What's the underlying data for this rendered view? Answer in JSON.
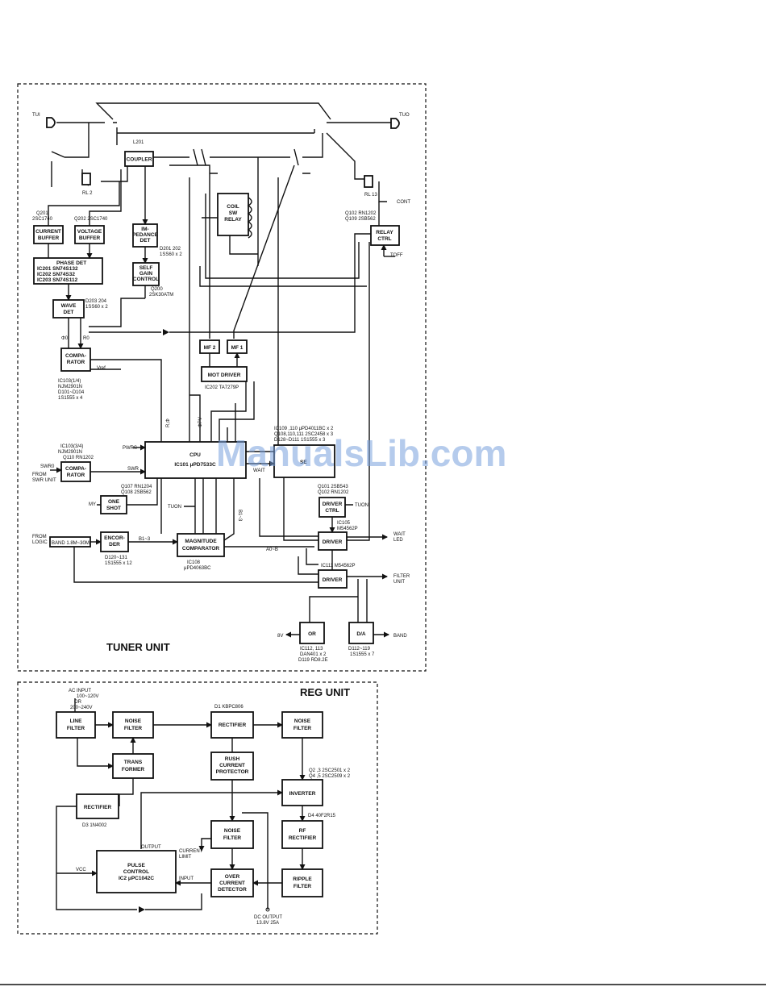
{
  "watermark": "ManualsLib.com",
  "tuner": {
    "unit_label": "TUNER UNIT",
    "connectors": {
      "tui": "TUI",
      "tuo": "TUO"
    },
    "blocks": {
      "coupler": "COUPLER",
      "current_buffer": [
        "CURRENT",
        "BUFFER"
      ],
      "voltage_buffer": [
        "VOLTAGE",
        "BUFFER"
      ],
      "impedance_det": [
        "IM-",
        "PEDANCE",
        "DET"
      ],
      "self_gain": [
        "SELF",
        "GAIN",
        "CONTROL"
      ],
      "phase_det": [
        "PHASE DET",
        "IC201  SN74S132",
        "IC202  SN74S32",
        "IC203  SN74S112"
      ],
      "wave_det": [
        "WAVE",
        "DET"
      ],
      "comparator1": [
        "COMPA-",
        "RATOR"
      ],
      "comparator2": [
        "COMPA-",
        "RATOR"
      ],
      "coil_sw": [
        "COIL",
        "SW",
        "RELAY"
      ],
      "relay_ctrl": [
        "RELAY",
        "CTRL"
      ],
      "mf2": "MF 2",
      "mf1": "MF 1",
      "mot_driver": "MOT DRIVER",
      "cpu": [
        "CPU",
        "IC101  μPD7533C"
      ],
      "se": "SE",
      "one_shot": [
        "ONE",
        "SHOT"
      ],
      "encoder": [
        "ENCOR-",
        "DER"
      ],
      "band": "BAND 1.8M~30M",
      "magnitude": [
        "MAGNITUDE",
        "COMPARATOR"
      ],
      "driver_ctrl": [
        "DRIVER",
        "CTRL"
      ],
      "driver1": "DRIVER",
      "driver2": "DRIVER",
      "or_gate": "OR",
      "da": "D/A"
    },
    "annotations": {
      "l201": "L201",
      "rl2": "RL 2",
      "rl13": "RL 13",
      "cont": "CONT",
      "toff": "TOFF",
      "q201": [
        "Q201",
        "2SC1740"
      ],
      "q202": [
        "Q202  2SC1740"
      ],
      "q102": [
        "Q102  RN1202",
        "Q109  2SB562"
      ],
      "d201": [
        "D201  202",
        "1SS60 x 2"
      ],
      "q200": [
        "Q200",
        "2SK30ATM"
      ],
      "d203": [
        "D203  204",
        "1SS60 x 2"
      ],
      "phi0": "Φ0",
      "r0": "R0",
      "vref": "Vref",
      "ic103": [
        "IC103(1/4)",
        "NJM2901N",
        "D101~D104",
        "1S1555 x 4"
      ],
      "ic202": "IC202  TA7279P",
      "ic103b": [
        "IC103(3/4)",
        "NJM2901N",
        "Q110  RN1202"
      ],
      "swr0": [
        "SWR0",
        "FROM",
        "SWR UNIT"
      ],
      "pwrs": "PWRS",
      "swr": "SWR",
      "ic109": [
        "IC109 ,110  μPD4011BC x 2",
        "Q108,110,111  2SC2458 x 3",
        "D128~D111  1S1555 x 3"
      ],
      "q107": [
        "Q107  RN1204",
        "Q108  2SB562"
      ],
      "my": "MY",
      "tuon1": "TUON",
      "tuon2": "TUON",
      "wait_label": "WAIT",
      "from_logic": [
        "FROM",
        "LOGIC"
      ],
      "d120": [
        "D120~131",
        "1S1555 x 12"
      ],
      "ic108": [
        "IC108",
        "μPD4063BC"
      ],
      "b13a": "B1~3",
      "b13b": "B1~3",
      "a0b": "A0~B",
      "q101": [
        "Q101  2SB543",
        "Q102  RN1202"
      ],
      "ic105": [
        "IC105",
        "M54562P"
      ],
      "ic111": "IC111  M54562P",
      "wait_led": [
        "WAIT",
        "LED"
      ],
      "filter_unit": [
        "FILTER",
        "UNIT"
      ],
      "eight_v": "8V",
      "band_out": "BAND",
      "ic112": [
        "IC112, 113",
        "DAN401 x 2",
        "D119  RD8.2E"
      ],
      "d112": [
        "D112~119",
        "1S1555 x 7"
      ],
      "pos_left": "R,Φ",
      "pos_right": "ΦPV"
    }
  },
  "reg": {
    "unit_label": "REG UNIT",
    "blocks": {
      "line_filter": [
        "LINE",
        "FILTER"
      ],
      "noise_filter1": [
        "NOISE",
        "FILTER"
      ],
      "rectifier1": "RECTIFIER",
      "noise_filter2": [
        "NOISE",
        "FILTER"
      ],
      "trans": [
        "TRANS",
        "FORMER"
      ],
      "rush": [
        "RUSH",
        "CURRENT",
        "PROTECTOR"
      ],
      "inverter": "INVERTER",
      "rectifier2": "RECTIFIER",
      "noise_filter3": [
        "NOISE",
        "FILTER"
      ],
      "rf_rect": [
        "RF",
        "RECTIFIER"
      ],
      "pulse": [
        "PULSE",
        "CONTROL",
        "IC2  μPC1042C"
      ],
      "over": [
        "OVER",
        "CURRENT",
        "DETECTOR"
      ],
      "ripple": [
        "RIPPLE",
        "FILTER"
      ]
    },
    "annotations": {
      "ac_input": [
        "AC INPUT",
        "100~120V",
        "OR",
        "200~240V"
      ],
      "d1": "D1  KBPC806",
      "q2": [
        "Q2 ,3  2SC2501 x 2",
        "Q4 ,5  2SC2509 x 2"
      ],
      "d4": "D4  40F2R15",
      "d3": "D3  1N4002",
      "output": "OUTPUT",
      "current_limit": [
        "CURRENT",
        "LIMIT"
      ],
      "input": "INPUT",
      "vcc": "VCC",
      "dc_output": [
        "DC OUTPUT",
        "13.8V  25A"
      ]
    }
  }
}
